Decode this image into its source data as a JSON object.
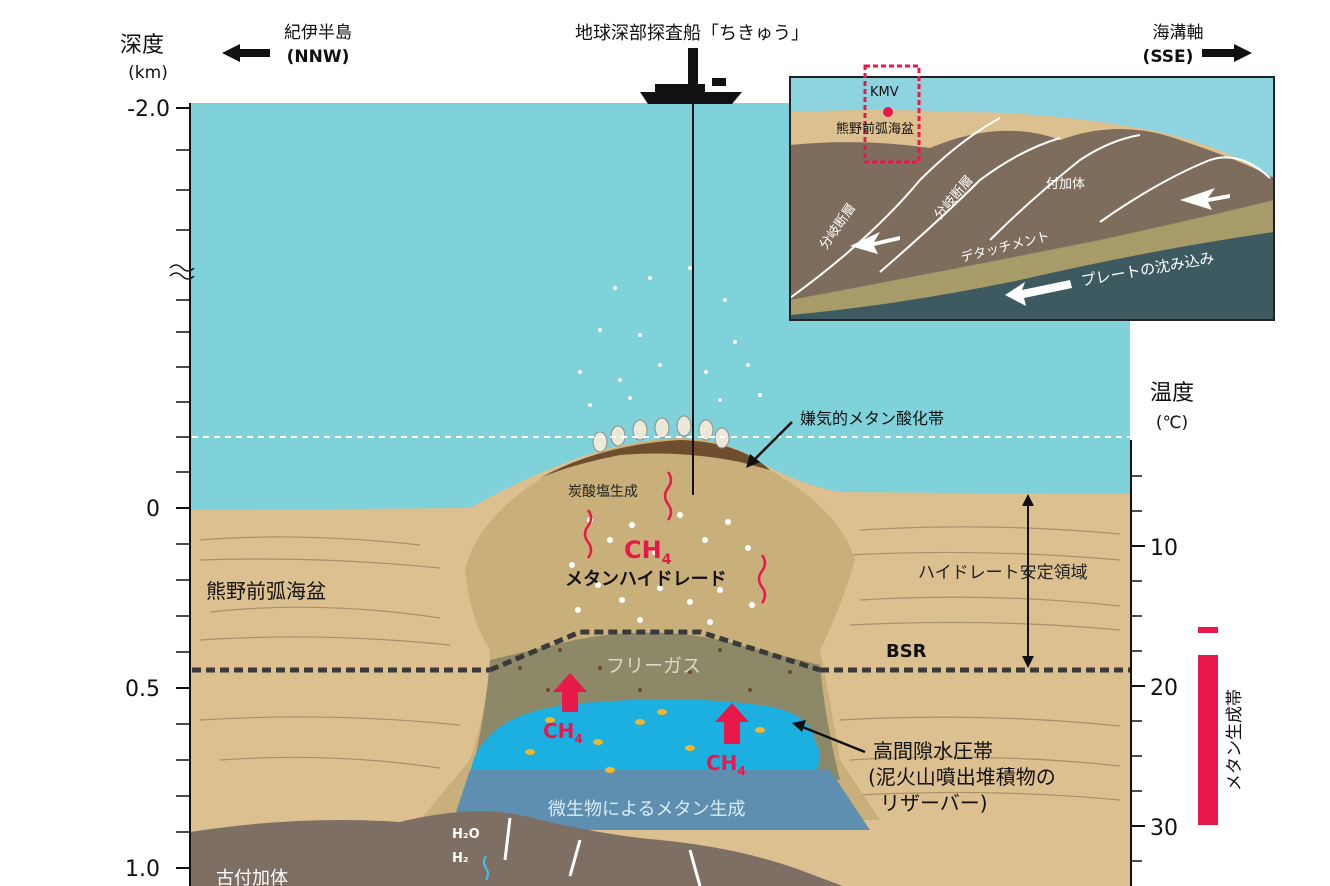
{
  "header": {
    "depth_label": "深度",
    "depth_unit": "(km)",
    "left_direction_place": "紀伊半島",
    "left_direction_code": "(NNW)",
    "ship_label": "地球深部探査船「ちきゅう」",
    "right_direction_place": "海溝軸",
    "right_direction_code": "(SSE)"
  },
  "depth_axis": {
    "ticks": [
      {
        "label": "-2.0"
      },
      {
        "label": "0"
      },
      {
        "label": "0.5"
      },
      {
        "label": "1.0"
      }
    ]
  },
  "temperature_axis": {
    "label": "温度",
    "unit": "(℃)",
    "ticks": [
      {
        "label": "10"
      },
      {
        "label": "20"
      },
      {
        "label": "30"
      }
    ]
  },
  "labels": {
    "anaerobic_zone": "嫌気的メタン酸化帯",
    "carbonate": "炭酸塩生成",
    "methane_hydrate": "メタンハイドレード",
    "basin": "熊野前弧海盆",
    "stability_zone": "ハイドレート安定領域",
    "bsr": "BSR",
    "free_gas": "フリーガス",
    "overpressure_line1": "高間隙水圧帯",
    "overpressure_line2": "(泥火山噴出堆積物の",
    "overpressure_line3": "リザーバー)",
    "microbial": "微生物によるメタン生成",
    "old_accretion": "古付加体",
    "methanogenesis_zone": "メタン生成帯",
    "ch4": "CH",
    "ch4_sub": "4",
    "h2o": "H₂O",
    "h2": "H₂"
  },
  "inset": {
    "kmv": "KMV",
    "basin": "熊野前弧海盆",
    "splay_fault_1": "分岐断層",
    "splay_fault_2": "分岐断層",
    "accretion": "付加体",
    "detachment": "デタッチメント",
    "subduction": "プレートの沈み込み"
  },
  "colors": {
    "sea": "#7fd1da",
    "sediment": "#dcc090",
    "mud_volcano": "#c9b07a",
    "free_gas": "#8c8868",
    "reservoir": "#1cb0e0",
    "old_accretion": "#7d6f64",
    "methane": "#e8194a",
    "dark": "#1a1a1a"
  }
}
